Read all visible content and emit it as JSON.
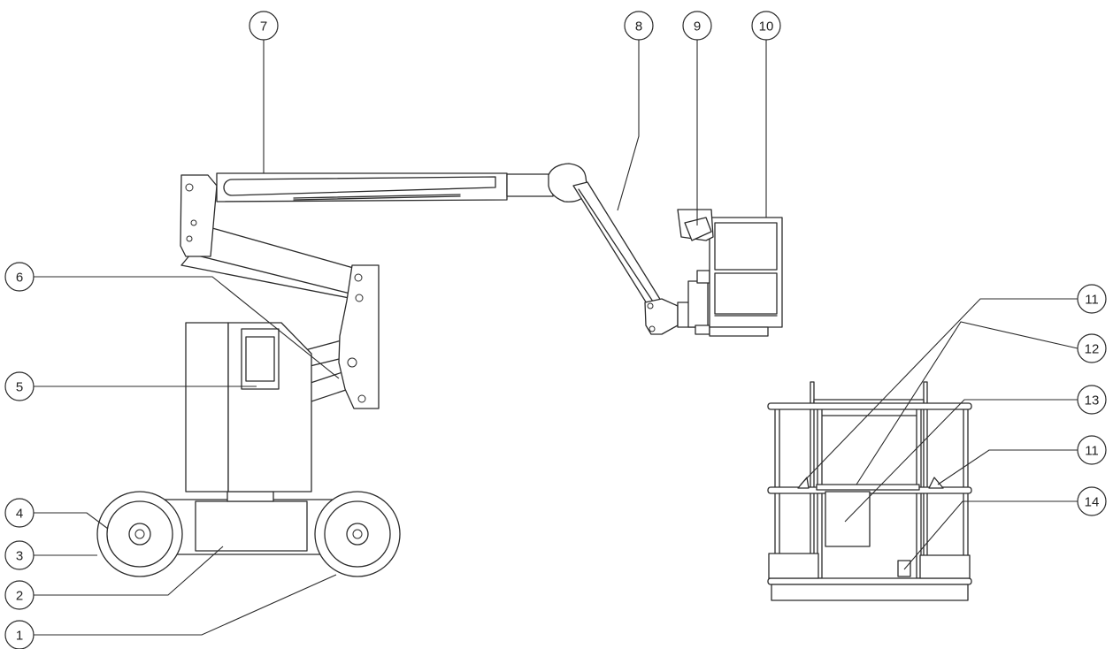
{
  "callouts": [
    {
      "id": "c1",
      "label": "1"
    },
    {
      "id": "c2",
      "label": "2"
    },
    {
      "id": "c3",
      "label": "3"
    },
    {
      "id": "c4",
      "label": "4"
    },
    {
      "id": "c5",
      "label": "5"
    },
    {
      "id": "c6",
      "label": "6"
    },
    {
      "id": "c7",
      "label": "7"
    },
    {
      "id": "c8",
      "label": "8"
    },
    {
      "id": "c9",
      "label": "9"
    },
    {
      "id": "c10",
      "label": "10"
    },
    {
      "id": "c11a",
      "label": "11"
    },
    {
      "id": "c12",
      "label": "12"
    },
    {
      "id": "c13",
      "label": "13"
    },
    {
      "id": "c11b",
      "label": "11"
    },
    {
      "id": "c14",
      "label": "14"
    }
  ],
  "colors": {
    "line": "#2b2b2b",
    "background": "#ffffff"
  }
}
